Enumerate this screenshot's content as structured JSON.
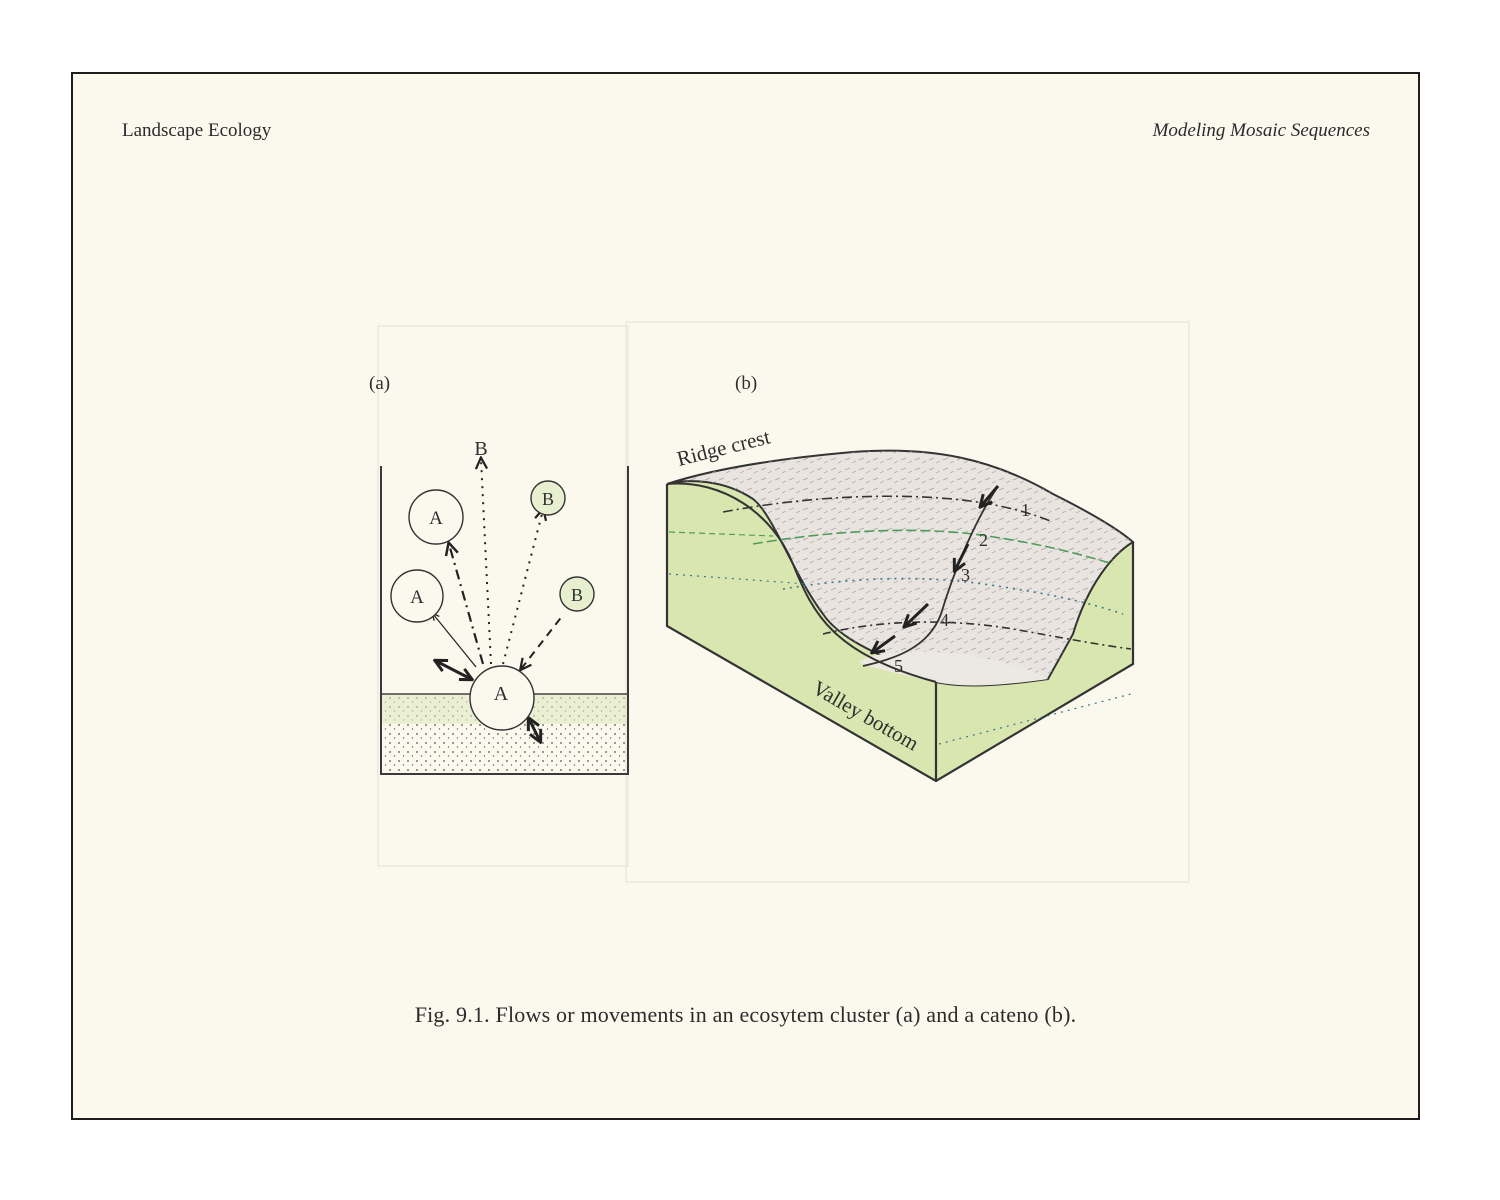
{
  "header": {
    "left_title": "Landscape Ecology",
    "right_title": "Modeling Mosaic Sequences"
  },
  "panel_a": {
    "label": "(a)",
    "nodes": {
      "top_b": "B",
      "a_upper": "A",
      "a_middle": "A",
      "b_upper": "B",
      "b_middle": "B",
      "a_center": "A"
    }
  },
  "panel_b": {
    "label": "(b)",
    "ridge_label": "Ridge crest",
    "valley_label": "Valley bottom",
    "zones": [
      "1",
      "2",
      "3",
      "4",
      "5"
    ]
  },
  "caption": "Fig. 9.1. Flows or movements in an ecosytem cluster (a) and a cateno (b).",
  "colors": {
    "paper": "#fbf8ee",
    "ink": "#2f2f2f",
    "green_fill": "#d6e4ad",
    "slope_fill": "#e6e1dc",
    "soil_dot": "#555555"
  }
}
